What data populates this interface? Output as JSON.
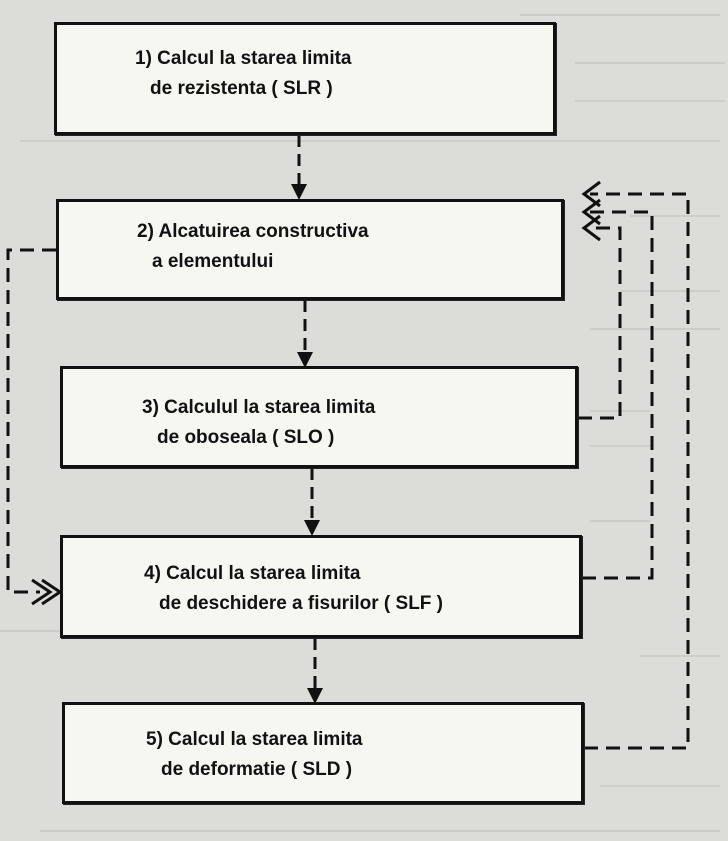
{
  "boxes": [
    {
      "id": "slr",
      "line1": "1) Calcul la starea limita",
      "line2": "de rezistenta  ( SLR )"
    },
    {
      "id": "alcatuire",
      "line1": "2) Alcatuirea constructiva",
      "line2": "a elementului"
    },
    {
      "id": "slo",
      "line1": "3) Calculul la starea limita",
      "line2": "de oboseala  ( SLO )"
    },
    {
      "id": "slf",
      "line1": "4) Calcul la starea limita",
      "line2": "de deschidere a fisurilor  ( SLF )"
    },
    {
      "id": "sld",
      "line1": "5) Calcul la starea limita",
      "line2": "de deformatie ( SLD )"
    }
  ],
  "colors": {
    "background": "#dcdcd8",
    "box_fill": "#f7f7f2",
    "ink": "#111111"
  }
}
